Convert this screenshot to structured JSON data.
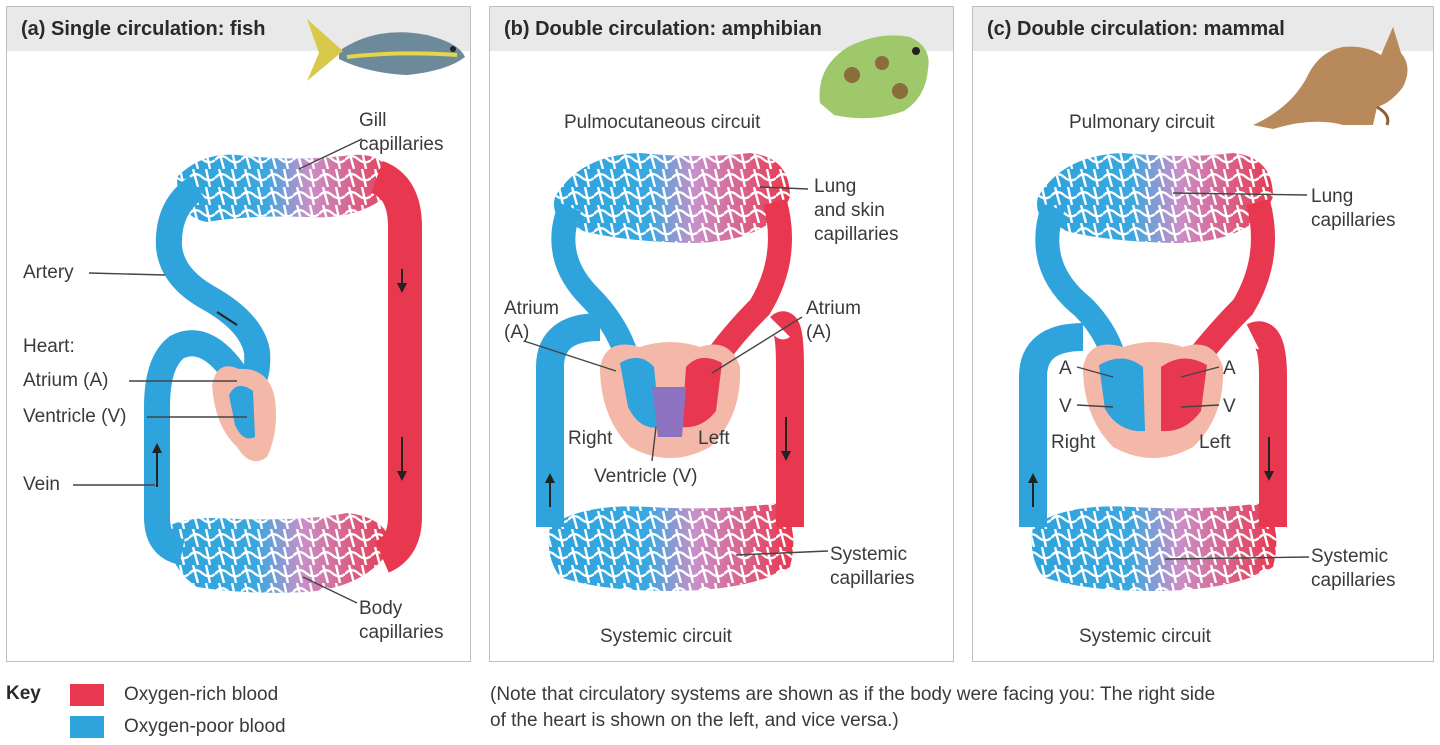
{
  "panels": {
    "a": {
      "title": "(a) Single circulation: fish",
      "gill_capillaries": "Gill\ncapillaries",
      "artery": "Artery",
      "heart": "Heart:",
      "atrium": "Atrium (A)",
      "ventricle": "Ventricle (V)",
      "vein": "Vein",
      "body_capillaries": "Body\ncapillaries"
    },
    "b": {
      "title": "(b) Double circulation: amphibian",
      "circuit_top": "Pulmocutaneous circuit",
      "lung_skin": "Lung\nand skin\ncapillaries",
      "atrium_left": "Atrium\n(A)",
      "atrium_right": "Atrium\n(A)",
      "right": "Right",
      "left": "Left",
      "ventricle": "Ventricle (V)",
      "systemic_capillaries": "Systemic\ncapillaries",
      "circuit_bottom": "Systemic circuit"
    },
    "c": {
      "title": "(c) Double circulation: mammal",
      "circuit_top": "Pulmonary circuit",
      "lung_capillaries": "Lung\ncapillaries",
      "a_left": "A",
      "a_right": "A",
      "v_left": "V",
      "v_right": "V",
      "right": "Right",
      "left": "Left",
      "systemic_capillaries": "Systemic\ncapillaries",
      "circuit_bottom": "Systemic circuit"
    }
  },
  "key": {
    "title": "Key",
    "rich": "Oxygen-rich blood",
    "poor": "Oxygen-poor blood"
  },
  "colors": {
    "rich": "#e8384f",
    "poor": "#2ea3dc",
    "heart_fill": "#f4b8a8"
  },
  "note": "(Note that circulatory systems are shown as if the body were facing you: The right side\nof the heart is shown on the left, and vice versa.)"
}
